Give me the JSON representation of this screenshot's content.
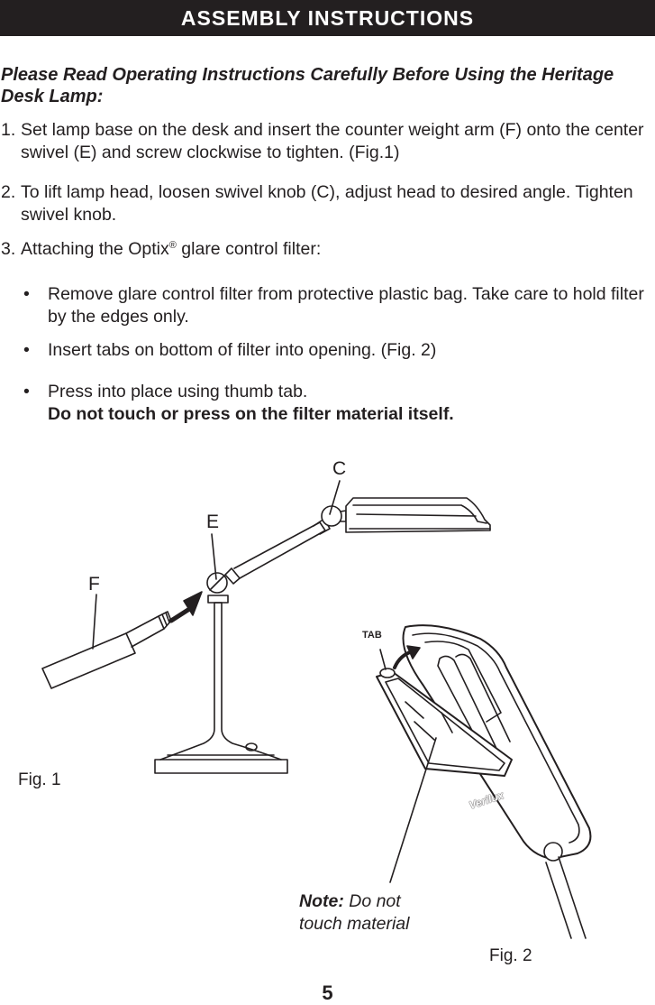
{
  "header": {
    "title": "ASSEMBLY INSTRUCTIONS"
  },
  "intro": "Please Read Operating Instructions Carefully Before Using the Heritage Desk Lamp:",
  "steps": [
    {
      "num": "1.",
      "text": "Set lamp base on the desk and insert the counter weight arm (F) onto the center swivel (E) and screw clockwise to tighten. (Fig.1)"
    },
    {
      "num": "2.",
      "text": "To lift lamp head, loosen swivel knob (C), adjust head to desired angle. Tighten swivel knob."
    },
    {
      "num": "3.",
      "text_before": "Attaching the Optix",
      "registered": "®",
      "text_after": " glare control filter:"
    }
  ],
  "bullets": [
    {
      "symbol": "•",
      "text": "Remove glare control filter from protective plastic bag. Take care to hold filter by the edges only."
    },
    {
      "symbol": "•",
      "text": "Insert tabs on bottom of filter into opening. (Fig. 2)"
    },
    {
      "symbol": "•",
      "text": "Press into place using thumb tab.",
      "bold_text": "Do not touch or press on the filter material itself."
    }
  ],
  "figure1": {
    "label_c": "C",
    "label_e": "E",
    "label_f": "F",
    "caption": "Fig. 1"
  },
  "figure2": {
    "tab_label": "TAB",
    "brand": "Verilux",
    "note_bold": "Note:",
    "note_line1": " Do not",
    "note_line2": "touch material",
    "caption": "Fig. 2"
  },
  "page_number": "5"
}
